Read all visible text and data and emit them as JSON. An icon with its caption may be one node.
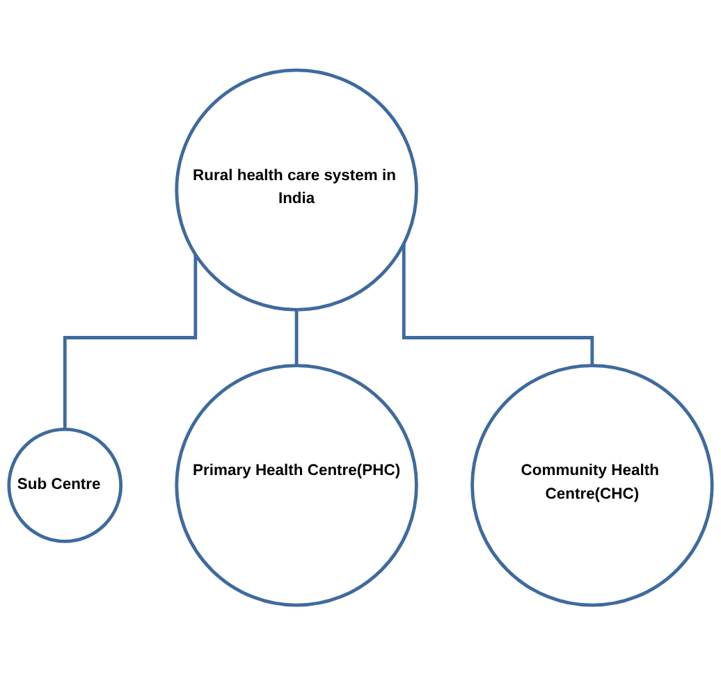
{
  "diagram": {
    "nodes": [
      {
        "text": [
          "Rural health care system in India"
        ]
      },
      {
        "text": [
          "Sub Centre"
        ]
      },
      {
        "text": [
          "Primary Health Centre(PHC)"
        ]
      },
      {
        "text": [
          "Community Health Centre(CHC)"
        ]
      }
    ],
    "edges": [
      {
        "from": 0,
        "to": 1,
        "arrow": "none"
      },
      {
        "from": 0,
        "to": 2,
        "arrow": "none"
      },
      {
        "from": 0,
        "to": 3,
        "arrow": "none"
      }
    ]
  }
}
